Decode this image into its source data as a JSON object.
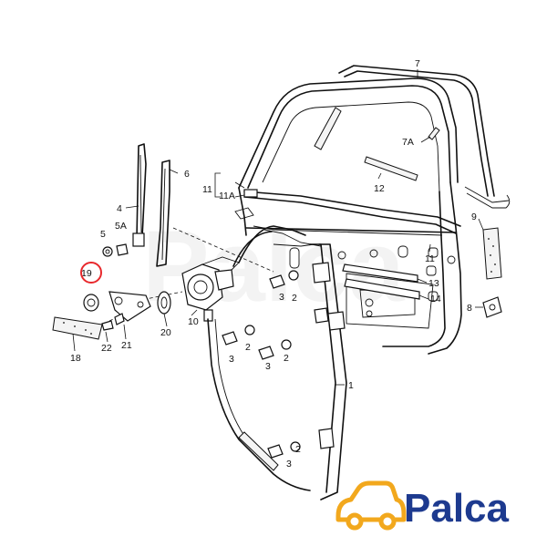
{
  "diagram": {
    "labels": {
      "l1": "1",
      "l2a": "2",
      "l2b": "2",
      "l2c": "2",
      "l2d": "2",
      "l3a": "3",
      "l3b": "3",
      "l3c": "3",
      "l3d": "3",
      "l4": "4",
      "l5": "5",
      "l5a": "5A",
      "l6": "6",
      "l7": "7",
      "l7a": "7A",
      "l8": "8",
      "l9": "9",
      "l10": "10",
      "l11a": "11",
      "l11b": "11",
      "l11A": "11A",
      "l12": "12",
      "l13": "13",
      "l14": "14",
      "l18": "18",
      "l19": "19",
      "l20": "20",
      "l21": "21",
      "l22": "22"
    },
    "highlight_color": "#e8282c",
    "watermark_text": "Palca"
  },
  "logo": {
    "text": "Palca",
    "text_color": "#1d3a8f",
    "icon": "car-icon",
    "icon_color": "#f2a81d"
  }
}
